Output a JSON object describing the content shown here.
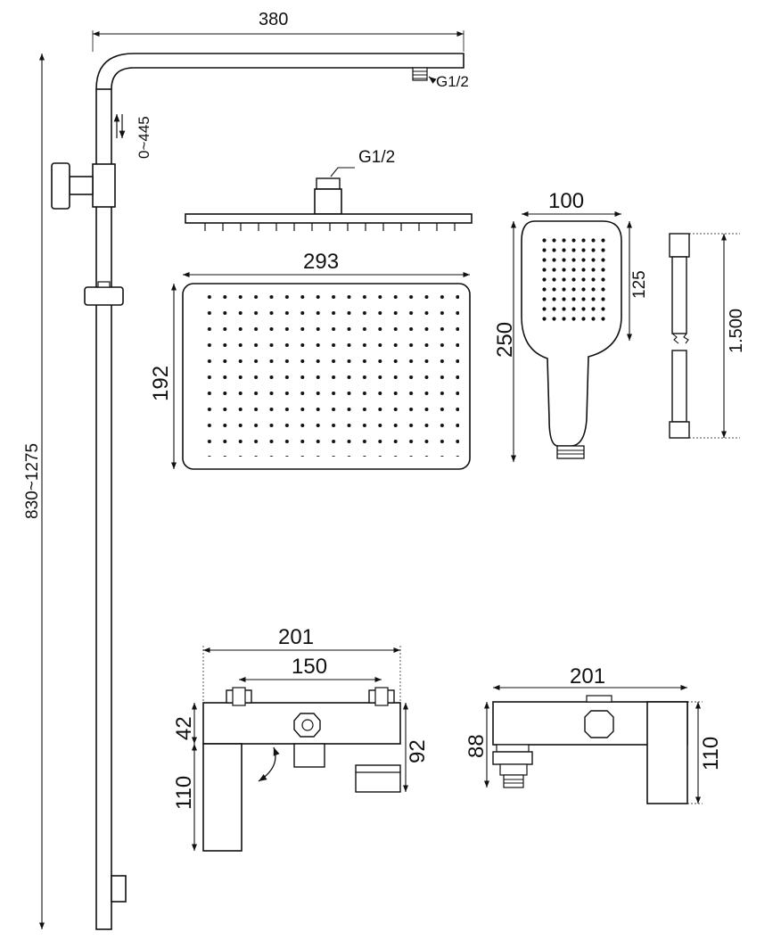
{
  "dimensions": {
    "arm_length": "380",
    "top_thread": "G1/2",
    "slider_range": "0~445",
    "total_height": "830~1275",
    "head_thread": "G1/2",
    "head_width": "293",
    "head_depth": "192",
    "hand_width": "100",
    "hand_head_length": "125",
    "hand_total_length": "250",
    "hose_length": "1.500",
    "mixer_width": "201",
    "mixer_centers": "150",
    "mixer_body_height": "42",
    "mixer_outlet_height": "92",
    "mixer_spout_height": "110",
    "side_width": "201",
    "side_height_88": "88",
    "side_height_110": "110"
  }
}
